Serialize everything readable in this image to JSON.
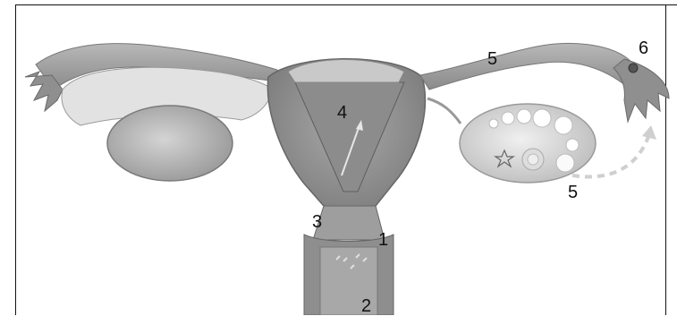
{
  "labels": {
    "one": "1",
    "two": "2",
    "three": "3",
    "four": "4",
    "five_tube": "5",
    "five_ovary": "5",
    "six": "6"
  },
  "colors": {
    "tissue_base": "#9a9a9a",
    "tissue_light": "#c8c8c8",
    "tissue_dark": "#6e6e6e",
    "ovary_light": "#e8e8e8",
    "label_text": "#111111"
  }
}
